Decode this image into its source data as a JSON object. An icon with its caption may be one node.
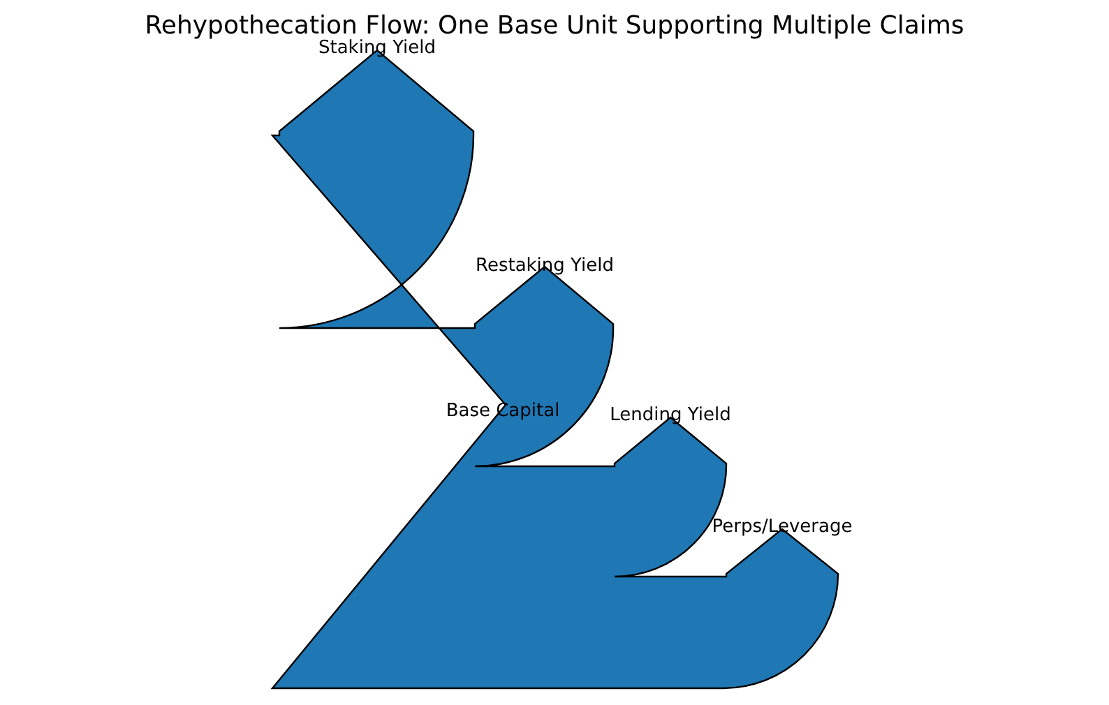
{
  "diagram": {
    "title": "Rehypothecation Flow: One Base Unit Supporting Multiple Claims",
    "labels": [
      "Staking Yield",
      "Restaking Yield",
      "Base Capital",
      "Lending Yield",
      "Perps/Leverage"
    ]
  }
}
